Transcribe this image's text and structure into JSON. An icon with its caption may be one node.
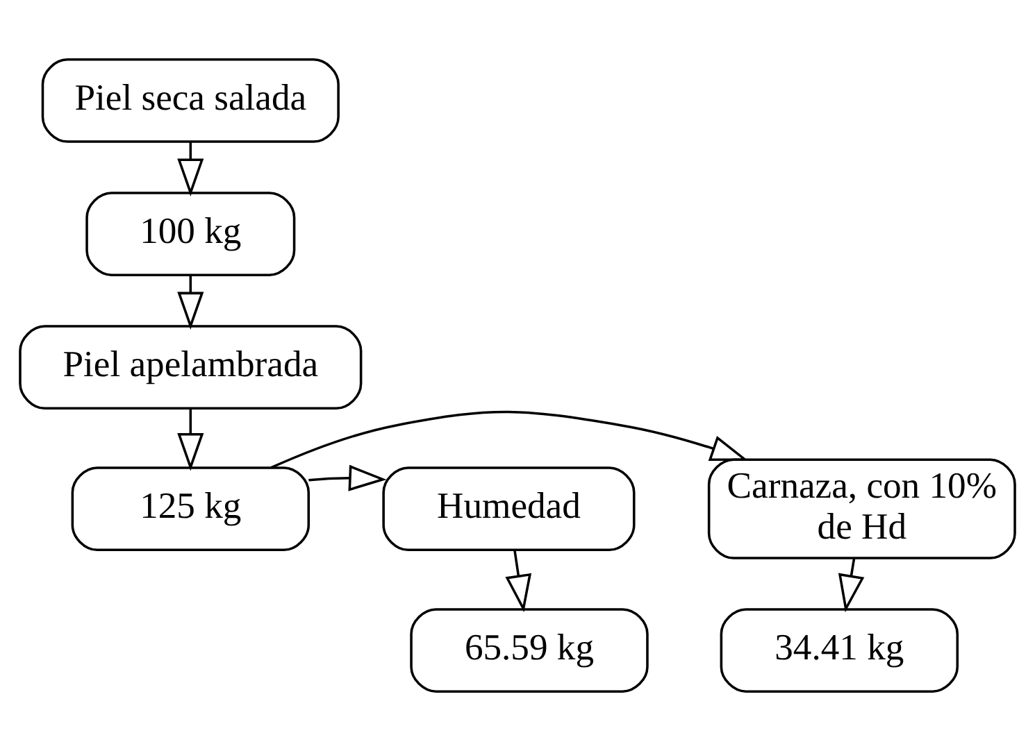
{
  "diagram": {
    "nodes": [
      {
        "text": [
          "Piel seca salada"
        ]
      },
      {
        "text": [
          "100 kg"
        ]
      },
      {
        "text": [
          "Piel apelambrada"
        ]
      },
      {
        "text": [
          "Humedad"
        ]
      },
      {
        "text": [
          "125 kg"
        ]
      },
      {
        "text": [
          "Carnaza, con 10% de Hd"
        ]
      },
      {
        "text": [
          "65.59 kg"
        ]
      },
      {
        "text": [
          "34.41 kg"
        ]
      }
    ],
    "edges": [
      {
        "from": 0,
        "to": 1,
        "arrow": "to"
      },
      {
        "from": 1,
        "to": 2,
        "arrow": "to"
      },
      {
        "from": 2,
        "to": 4,
        "arrow": "to"
      },
      {
        "from": 4,
        "to": 3,
        "arrow": "to"
      },
      {
        "from": 4,
        "to": 5,
        "arrow": "to"
      },
      {
        "from": 3,
        "to": 6,
        "arrow": "to"
      },
      {
        "from": 5,
        "to": 7,
        "arrow": "to"
      }
    ]
  }
}
